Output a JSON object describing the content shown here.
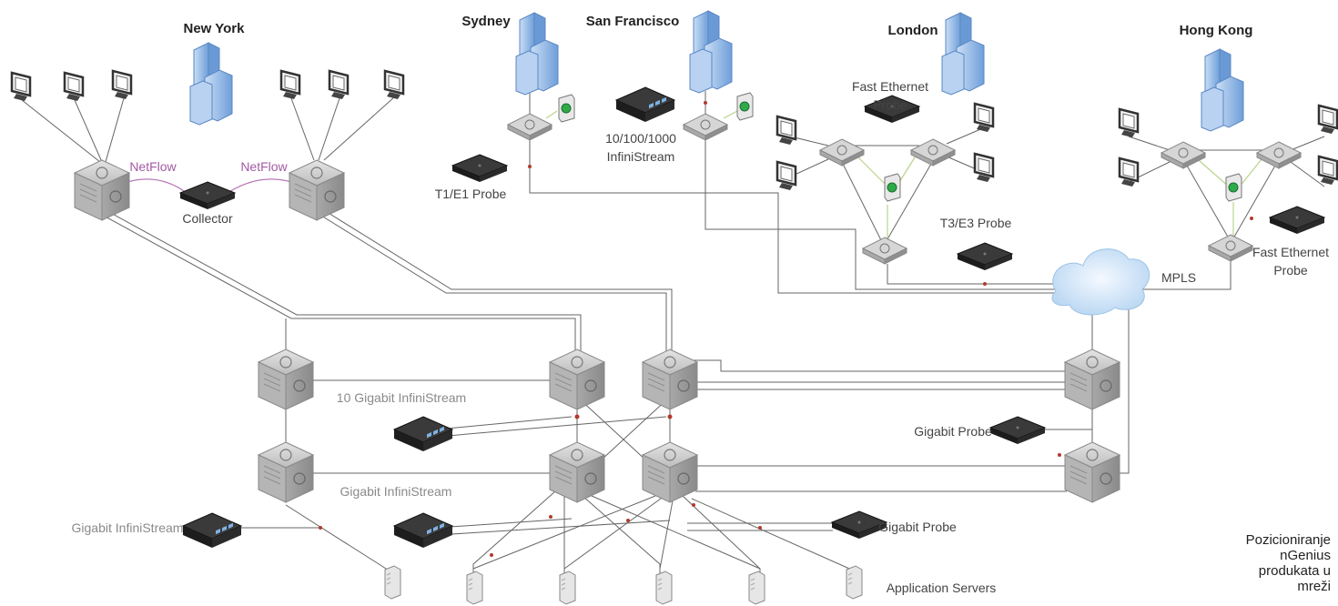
{
  "cities": {
    "new_york": "New York",
    "sydney": "Sydney",
    "san_francisco": "San Francisco",
    "london": "London",
    "hong_kong": "Hong Kong"
  },
  "labels": {
    "netflow": "NetFlow",
    "collector": "Collector",
    "t1e1_probe": "T1/E1 Probe",
    "infinistream_1000_line1": "10/100/1000",
    "infinistream_1000_line2": "InfiniStream",
    "fast_ethernet_probe_line1": "Fast Ethernet",
    "fast_ethernet_probe_line2": "Probe",
    "t3e3_probe": "T3/E3 Probe",
    "mpls": "MPLS",
    "ten_gig_infinistream": "10 Gigabit InfiniStream",
    "gig_infinistream": "Gigabit InfiniStream",
    "gig_probe": "Gigabit Probe",
    "application_servers": "Application Servers"
  },
  "caption": [
    "Pozicioniranje",
    "nGenius",
    "produkata u",
    "mreži"
  ],
  "colors": {
    "line": "#555555",
    "netflow": "#b77ab7",
    "green_link": "#b9d48a",
    "probe_tap": "#b03a2e",
    "building": "#8fb8e8"
  }
}
